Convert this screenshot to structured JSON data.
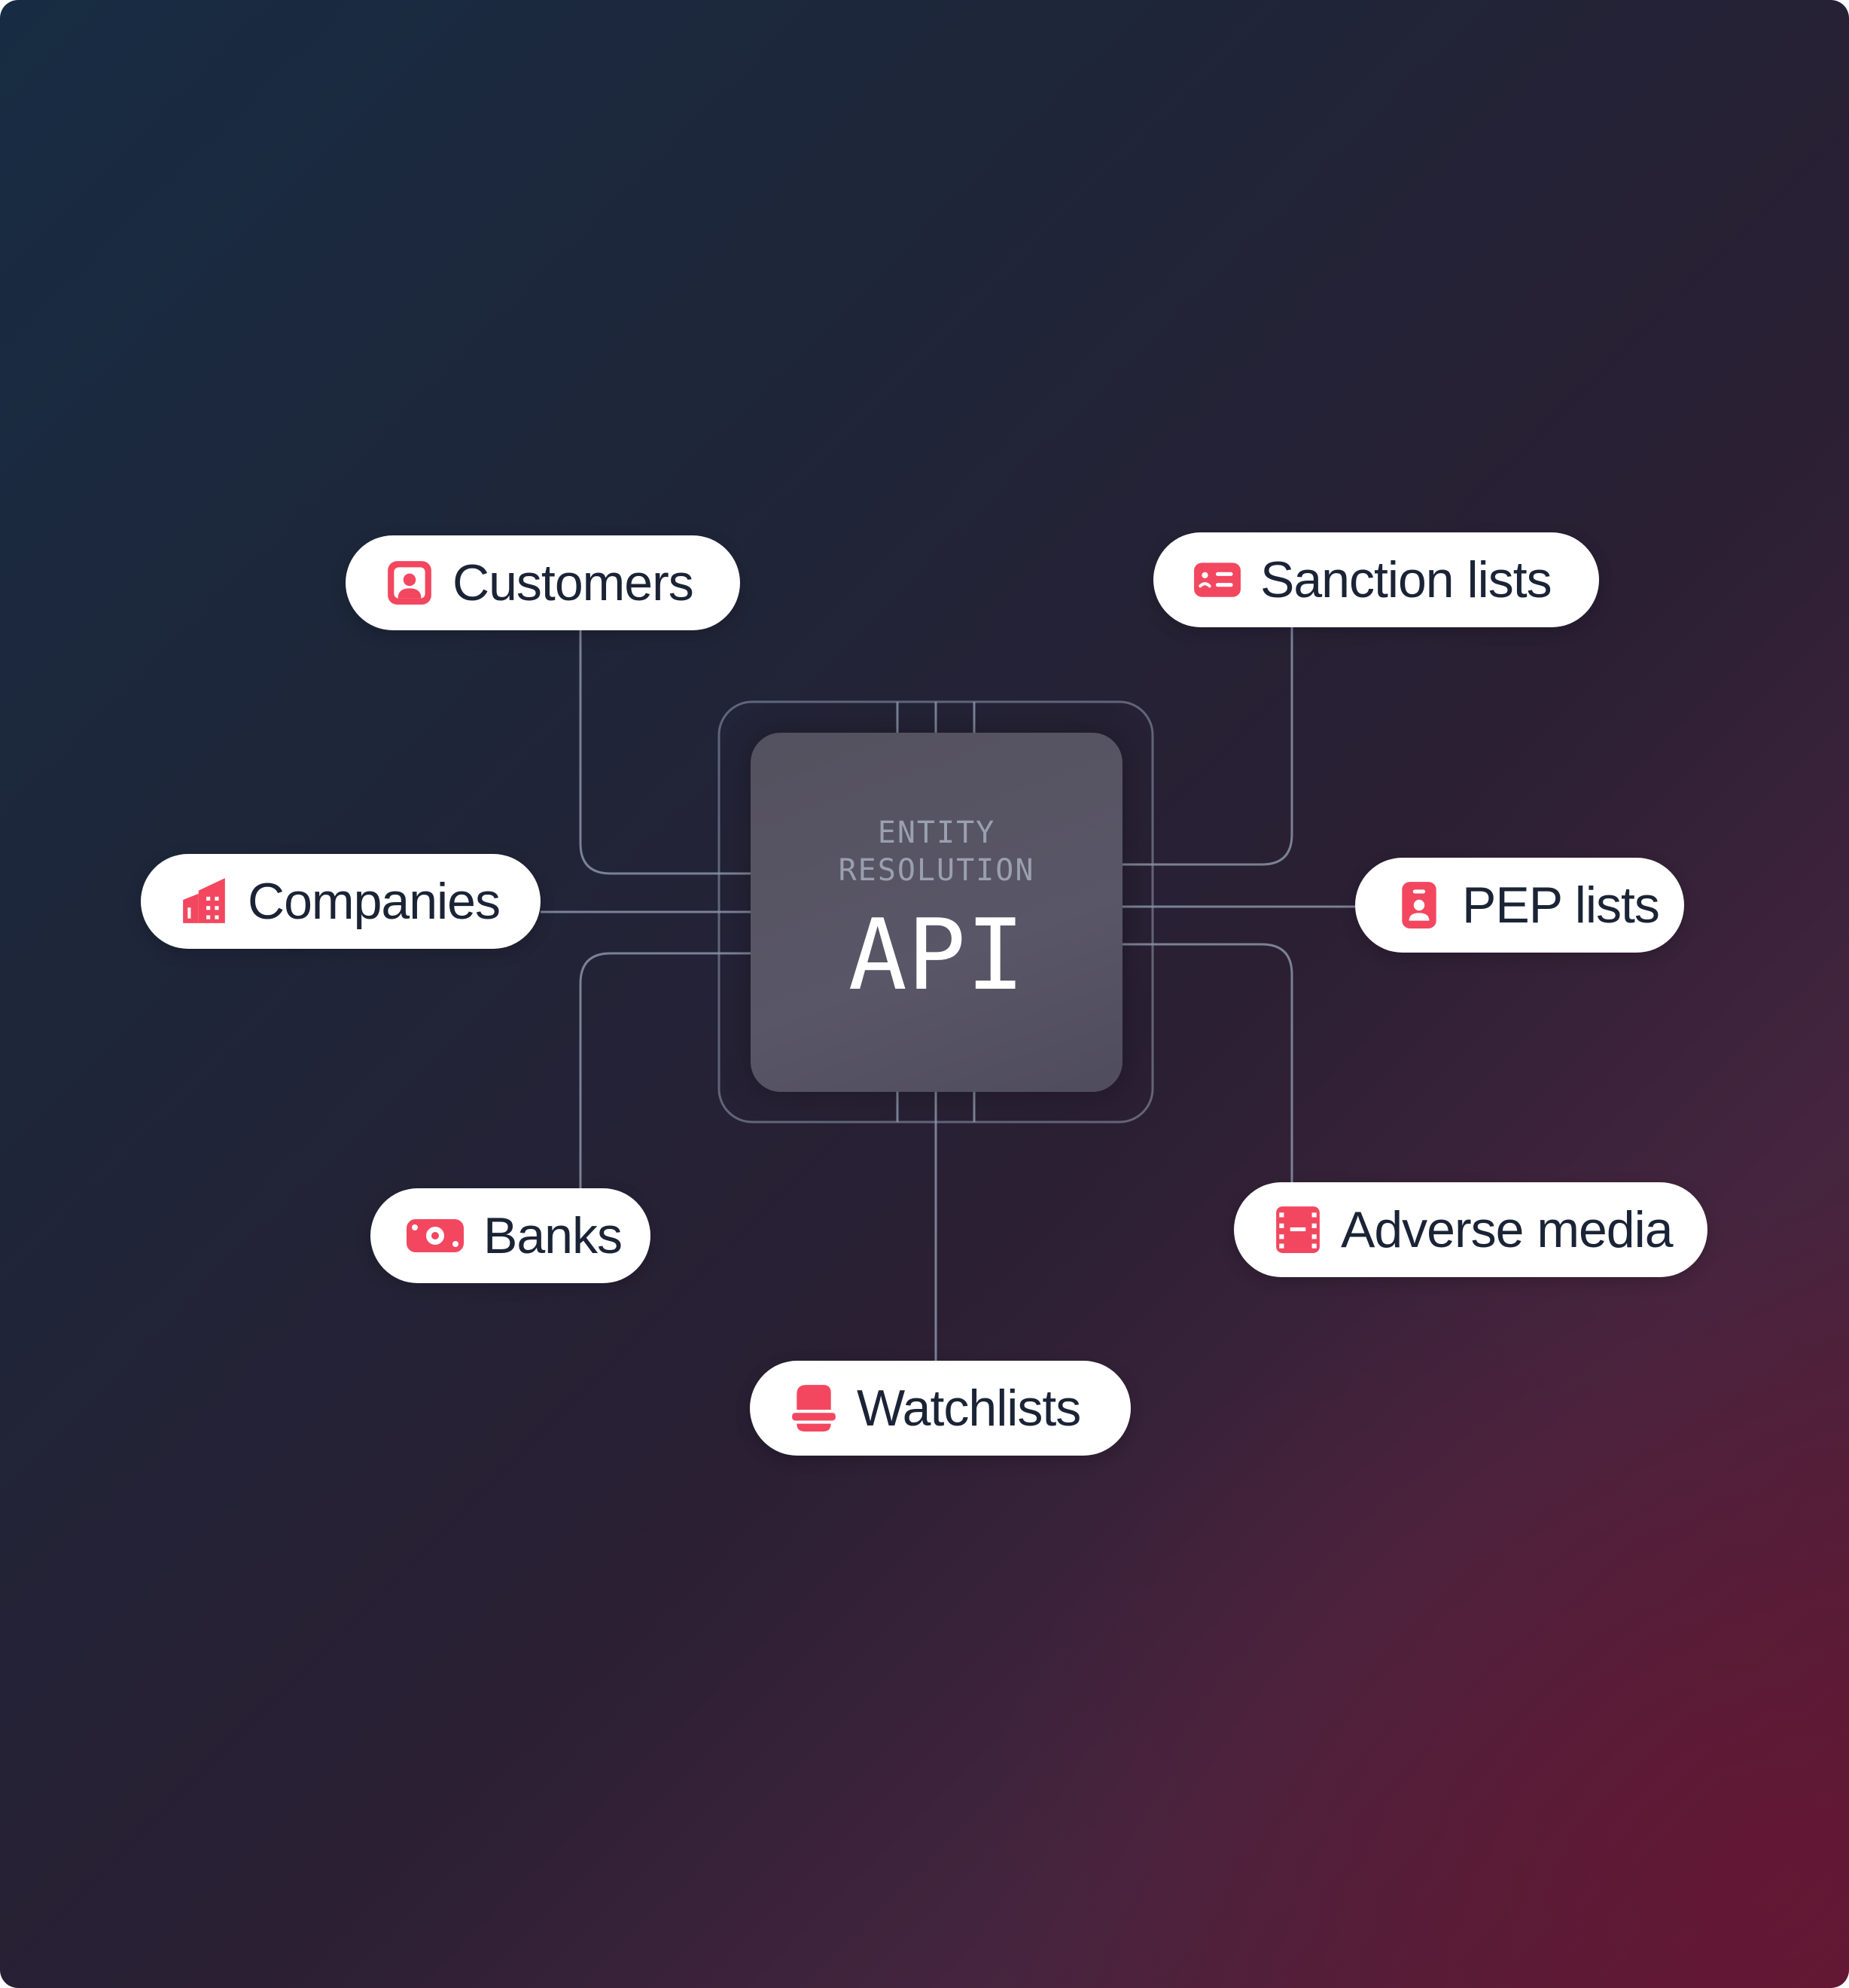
{
  "hub": {
    "subtitle_line1": "ENTITY",
    "subtitle_line2": "RESOLUTION",
    "title": "API"
  },
  "nodes": {
    "customers": "Customers",
    "sanction_lists": "Sanction lists",
    "companies": "Companies",
    "pep_lists": "PEP lists",
    "banks": "Banks",
    "adverse_media": "Adverse media",
    "watchlists": "Watchlists"
  },
  "icons": {
    "customers": "person-portrait-icon",
    "sanction_lists": "id-card-icon",
    "companies": "building-icon",
    "pep_lists": "badge-icon",
    "banks": "banknote-icon",
    "adverse_media": "film-icon",
    "watchlists": "stamp-icon"
  },
  "colors": {
    "accent": "#f2475f",
    "pill_bg": "#ffffff",
    "pill_text": "#1b2436",
    "connector": "#8a93a6",
    "chip": "#56535f"
  }
}
